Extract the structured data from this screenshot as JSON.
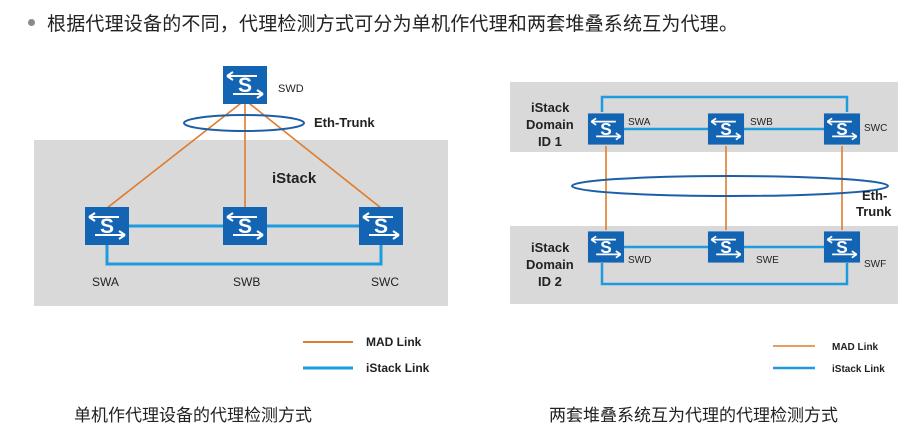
{
  "header": {
    "text": "根据代理设备的不同，代理检测方式可分为单机作代理和两套堆叠系统互为代理。"
  },
  "left_diagram": {
    "swd_label": "SWD",
    "eth_trunk_label": "Eth-Trunk",
    "istack_label": "iStack",
    "swa_label": "SWA",
    "swb_label": "SWB",
    "swc_label": "SWC",
    "legend_mad": "MAD Link",
    "legend_istack": "iStack Link",
    "caption": "单机作代理设备的代理检测方式"
  },
  "right_diagram": {
    "domain1_line1": "iStack",
    "domain1_line2": "Domain",
    "domain1_line3": "ID 1",
    "domain2_line1": "iStack",
    "domain2_line2": "Domain",
    "domain2_line3": "ID 2",
    "swa_label": "SWA",
    "swb_label": "SWB",
    "swc_label": "SWC",
    "swd_label": "SWD",
    "swe_label": "SWE",
    "swf_label": "SWF",
    "eth_label_line1": "Eth-",
    "eth_label_line2": "Trunk",
    "legend_mad": "MAD Link",
    "legend_istack": "iStack Link",
    "caption": "两套堆叠系统互为代理的代理检测方式"
  },
  "colors": {
    "mad_link": "#e07b2a",
    "istack_link": "#1e9be0",
    "switch_fill": "#1464b4",
    "stack_area": "#d9d9d9",
    "trunk_ring": "#1c5fa8"
  },
  "icon": "switch-icon"
}
